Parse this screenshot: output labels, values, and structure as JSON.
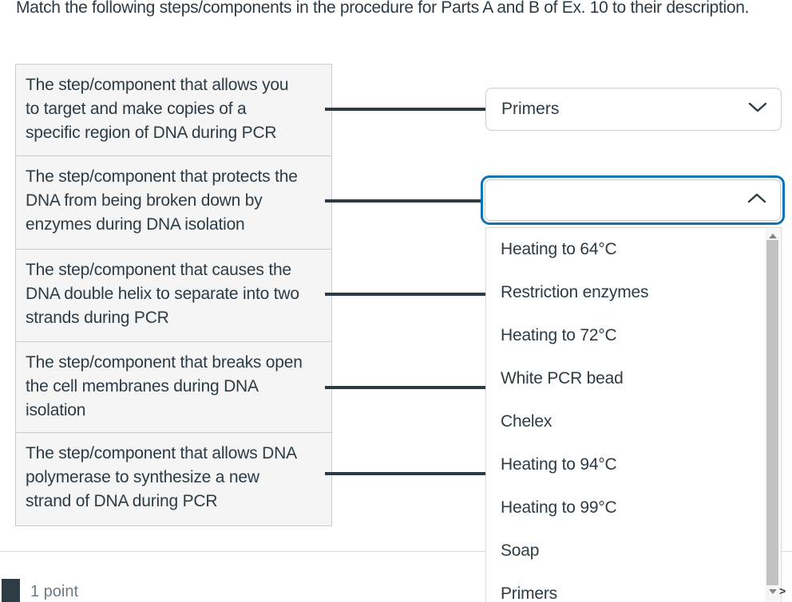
{
  "question": {
    "text": "Match the following steps/components in the procedure for Parts A and B of Ex. 10 to their description."
  },
  "prompts": [
    "The step/component that allows you to target and make copies of a specific region of DNA during PCR",
    "The step/component that protects the DNA from being broken down by enzymes during DNA isolation",
    "The step/component that causes the DNA double helix to separate into two strands during PCR",
    "The step/component that breaks open the cell membranes during DNA isolation",
    "The step/component that allows DNA polymerase to synthesize a new strand of DNA during PCR"
  ],
  "matches": {
    "row1": {
      "selected": "Primers"
    },
    "row2": {
      "selected": ""
    }
  },
  "dropdown_options": [
    "Heating to 64°C",
    "Restriction enzymes",
    "Heating to 72°C",
    "White PCR bead",
    "Chelex",
    "Heating to 94°C",
    "Heating to 99°C",
    "Soap",
    "Primers"
  ],
  "footer": {
    "points": "1 point"
  },
  "icons": {
    "chevron_down": "chevron-down-icon",
    "chevron_up": "chevron-up-icon",
    "scroll_right": ">"
  },
  "colors": {
    "focus_blue": "#0d74b5",
    "text_dark": "#2d3b45",
    "box_bg": "#f5f5f5",
    "box_border": "#c7cdd1",
    "muted_text": "#6e7a84"
  }
}
